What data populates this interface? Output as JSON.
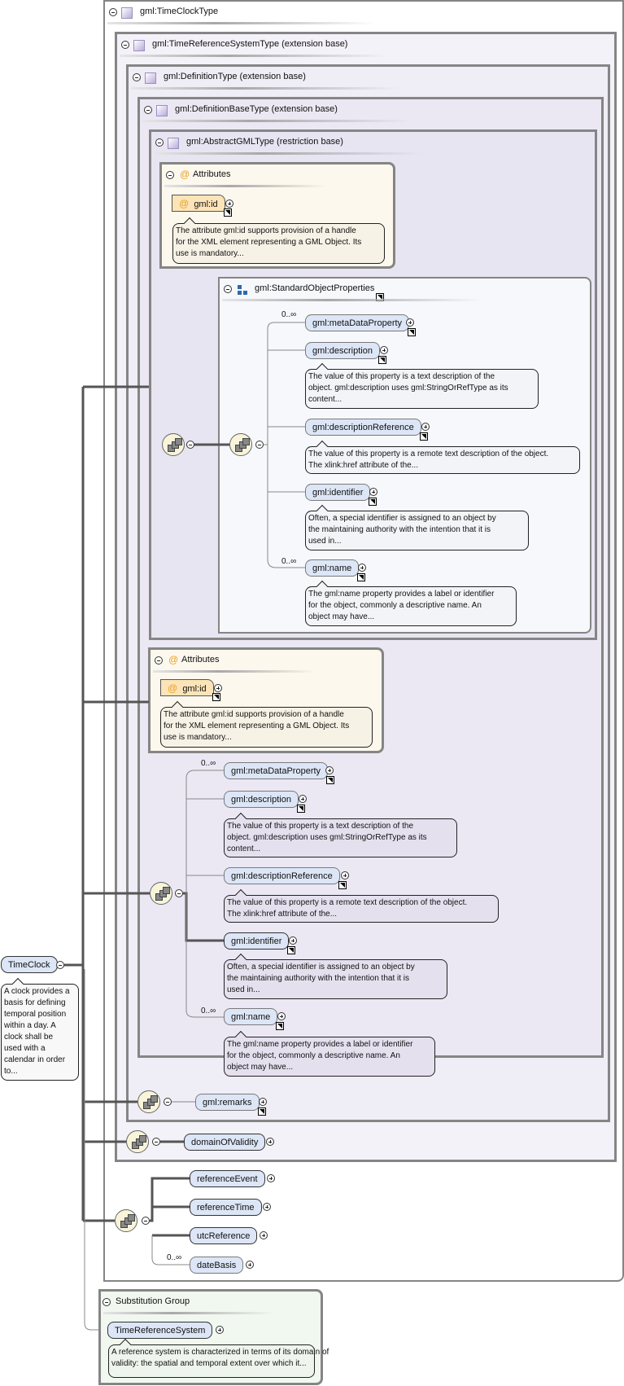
{
  "element": {
    "name": "TimeClock",
    "doc": "A clock provides a\nbasis for defining\ntemporal position\nwithin a day. A\nclock shall be\nused with a\ncalendar in order\nto..."
  },
  "types": {
    "time_clock_type": "gml:TimeClockType",
    "time_reference_system_type": "gml:TimeReferenceSystemType (extension base)",
    "definition_type": "gml:DefinitionType (extension base)",
    "definition_base_type": "gml:DefinitionBaseType (extension base)",
    "abstract_gml_type": "gml:AbstractGMLType (restriction base)"
  },
  "attributes_1": {
    "title": "Attributes",
    "attr": "gml:id",
    "doc": "The attribute gml:id supports provision of a handle\nfor the XML element representing a GML Object. Its\nuse is mandatory..."
  },
  "attributes_2": {
    "title": "Attributes",
    "attr": "gml:id",
    "doc": "The attribute gml:id supports provision of a handle\nfor the XML element representing a GML Object. Its\nuse is mandatory..."
  },
  "standard_object_properties": {
    "title": "gml:StandardObjectProperties",
    "elements": [
      {
        "name": "gml:metaDataProperty",
        "occurs": "0..∞"
      },
      {
        "name": "gml:description",
        "doc": "The value of this property is a text description of the\nobject. gml:description uses gml:StringOrRefType as its\ncontent..."
      },
      {
        "name": "gml:descriptionReference",
        "doc": "The value of this property is a remote text description of the object.\nThe xlink:href attribute of the..."
      },
      {
        "name": "gml:identifier",
        "doc": "Often, a special identifier is assigned to an object by\nthe maintaining authority with the intention that it is\nused in..."
      },
      {
        "name": "gml:name",
        "occurs": "0..∞",
        "doc": "The gml:name property provides a label or identifier\nfor the object, commonly a descriptive name. An\nobject may have..."
      }
    ]
  },
  "definition_base_sequence": {
    "elements": [
      {
        "name": "gml:metaDataProperty",
        "occurs": "0..∞"
      },
      {
        "name": "gml:description",
        "doc": "The value of this property is a text description of the\nobject. gml:description uses gml:StringOrRefType as its\ncontent..."
      },
      {
        "name": "gml:descriptionReference",
        "doc": "The value of this property is a remote text description of the object.\nThe xlink:href attribute of the..."
      },
      {
        "name": "gml:identifier",
        "doc": "Often, a special identifier is assigned to an object by\nthe maintaining authority with the intention that it is\nused in..."
      },
      {
        "name": "gml:name",
        "occurs": "0..∞",
        "doc": "The gml:name property provides a label or identifier\nfor the object, commonly a descriptive name. An\nobject may have..."
      }
    ]
  },
  "remarks": "gml:remarks",
  "domain_of_validity": "domainOfValidity",
  "time_clock_sequence": [
    {
      "name": "referenceEvent"
    },
    {
      "name": "referenceTime"
    },
    {
      "name": "utcReference"
    },
    {
      "name": "dateBasis",
      "occurs": "0..∞"
    }
  ],
  "substitution_group": {
    "title": "Substitution Group",
    "element": "TimeReferenceSystem",
    "doc": "A reference system is characterized in terms of its domain of\nvalidity: the spatial and temporal extent over which it..."
  }
}
